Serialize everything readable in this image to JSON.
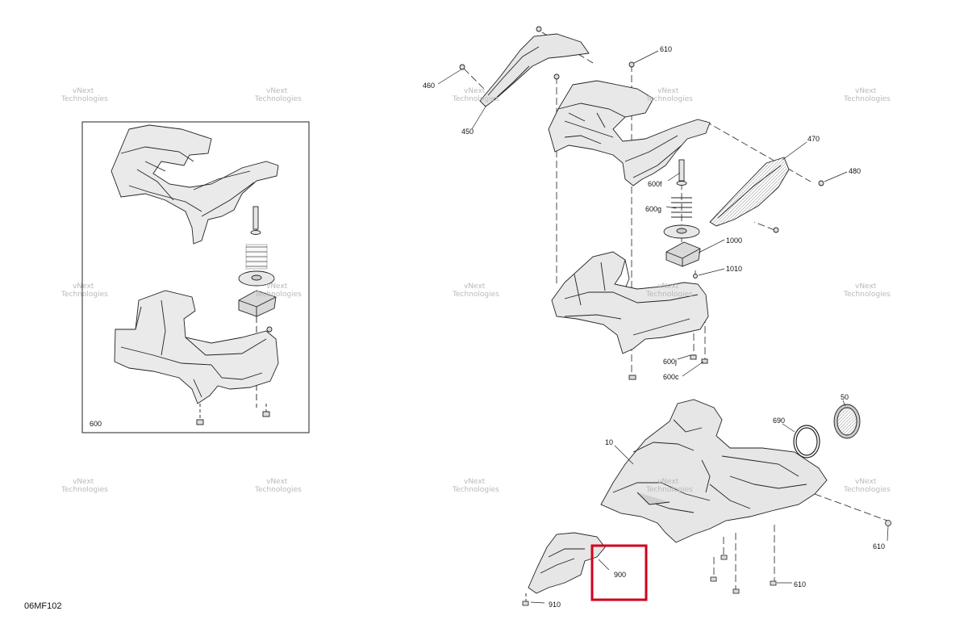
{
  "diagram_code": "06MF102",
  "watermark": {
    "line1": "vNext",
    "line2": "Technologies"
  },
  "inset_label": "600",
  "callouts": {
    "c460": "460",
    "c450": "450",
    "c610_top": "610",
    "c470": "470",
    "c480": "480",
    "c600f": "600f",
    "c600g": "600g",
    "c1000": "1000",
    "c1010": "1010",
    "c600j": "600j",
    "c600c": "600c",
    "c10": "10",
    "c50": "50",
    "c690": "690",
    "c610_right": "610",
    "c610_bottom": "610",
    "c900": "900",
    "c910": "910"
  },
  "highlight_color": "#d0021b",
  "line_color": "#222222",
  "fill_color": "#e4e4e4"
}
